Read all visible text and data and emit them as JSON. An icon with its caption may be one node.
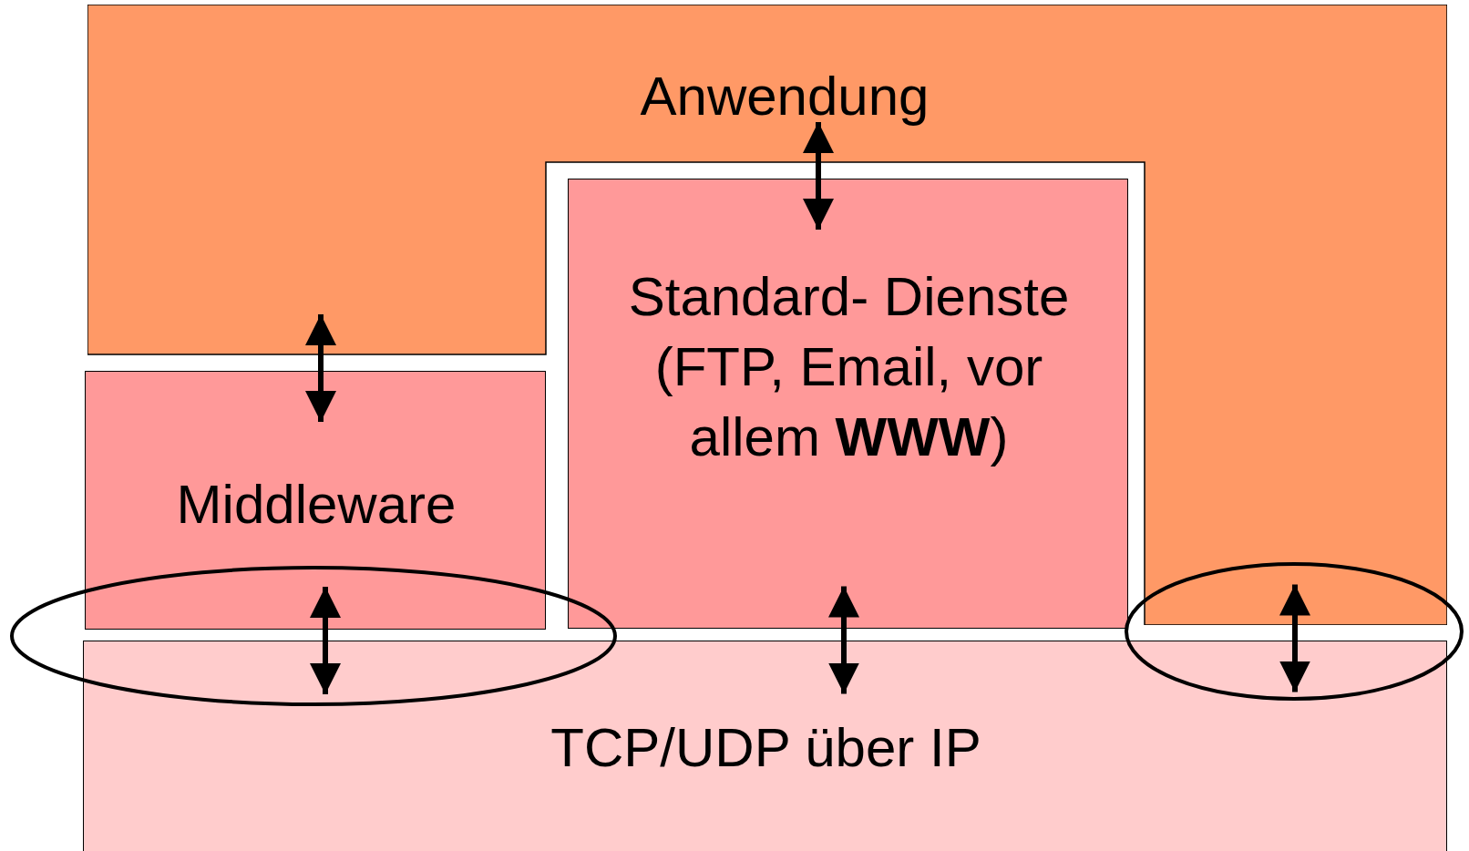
{
  "diagram": {
    "nodes": [
      {
        "text": [
          "Anwendung"
        ]
      },
      {
        "text": [
          "Middleware"
        ]
      },
      {
        "text": [
          "Standard- Dienste (FTP, Email, vor allem **WWW**)"
        ]
      },
      {
        "text": [
          "TCP/UDP über IP"
        ]
      }
    ],
    "edges": [
      {
        "from": 0,
        "to": 2,
        "arrow": "both"
      },
      {
        "from": 0,
        "to": 1,
        "arrow": "both"
      },
      {
        "from": 1,
        "to": 3,
        "arrow": "both"
      },
      {
        "from": 2,
        "to": 3,
        "arrow": "both"
      },
      {
        "from": 0,
        "to": 3,
        "arrow": "both"
      }
    ]
  }
}
